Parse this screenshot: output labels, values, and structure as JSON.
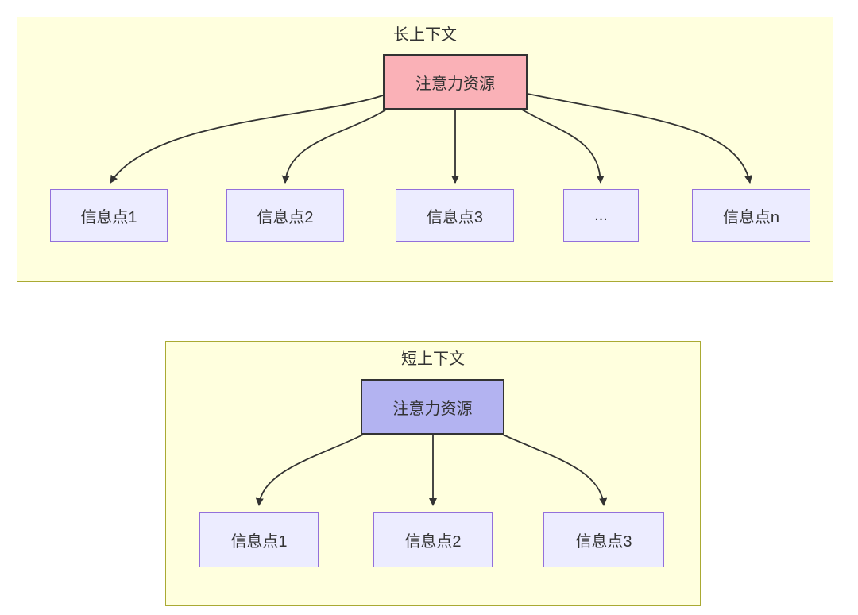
{
  "colors": {
    "canvas_bg": "#ffffff",
    "group_fill": "#ffffde",
    "group_border": "#aaaa33",
    "attention_long_fill": "#fab1b7",
    "attention_short_fill": "#b3b3f1",
    "attention_border": "#333333",
    "info_fill": "#ececff",
    "info_border": "#9370db",
    "edge_color": "#333333",
    "text_color": "#333333"
  },
  "long_context": {
    "title": "长上下文",
    "attention": "注意力资源",
    "nodes": [
      "信息点1",
      "信息点2",
      "信息点3",
      "...",
      "信息点n"
    ]
  },
  "short_context": {
    "title": "短上下文",
    "attention": "注意力资源",
    "nodes": [
      "信息点1",
      "信息点2",
      "信息点3"
    ]
  }
}
